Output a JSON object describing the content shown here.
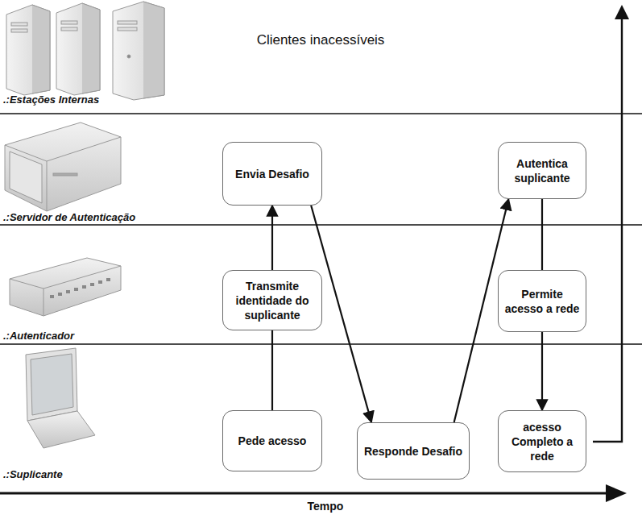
{
  "diagram": {
    "nodes": [
      {
        "text": [
          "Envia Desafio"
        ]
      },
      {
        "text": [
          "Autentica suplicante"
        ]
      },
      {
        "text": [
          "Transmite identidade do suplicante"
        ]
      },
      {
        "text": [
          "Permite acesso a rede"
        ]
      },
      {
        "text": [
          "Pede acesso"
        ]
      },
      {
        "text": [
          "Responde Desafio"
        ]
      },
      {
        "text": [
          "acesso Completo a rede"
        ]
      }
    ],
    "edges": [
      {
        "from": 4,
        "to": 2,
        "arrow": "none"
      },
      {
        "from": 2,
        "to": 0,
        "arrow": "to"
      },
      {
        "from": 0,
        "to": 5,
        "arrow": "to"
      },
      {
        "from": 5,
        "to": 1,
        "arrow": "to"
      },
      {
        "from": 1,
        "to": 3,
        "arrow": "none"
      },
      {
        "from": 3,
        "to": 6,
        "arrow": "to"
      }
    ],
    "labels": [
      "Clientes inacessíveis",
      ".:Estações Internas",
      ".:Servidor de Autenticação",
      ".:Autenticador",
      ".:Suplicante",
      "Tempo"
    ]
  }
}
